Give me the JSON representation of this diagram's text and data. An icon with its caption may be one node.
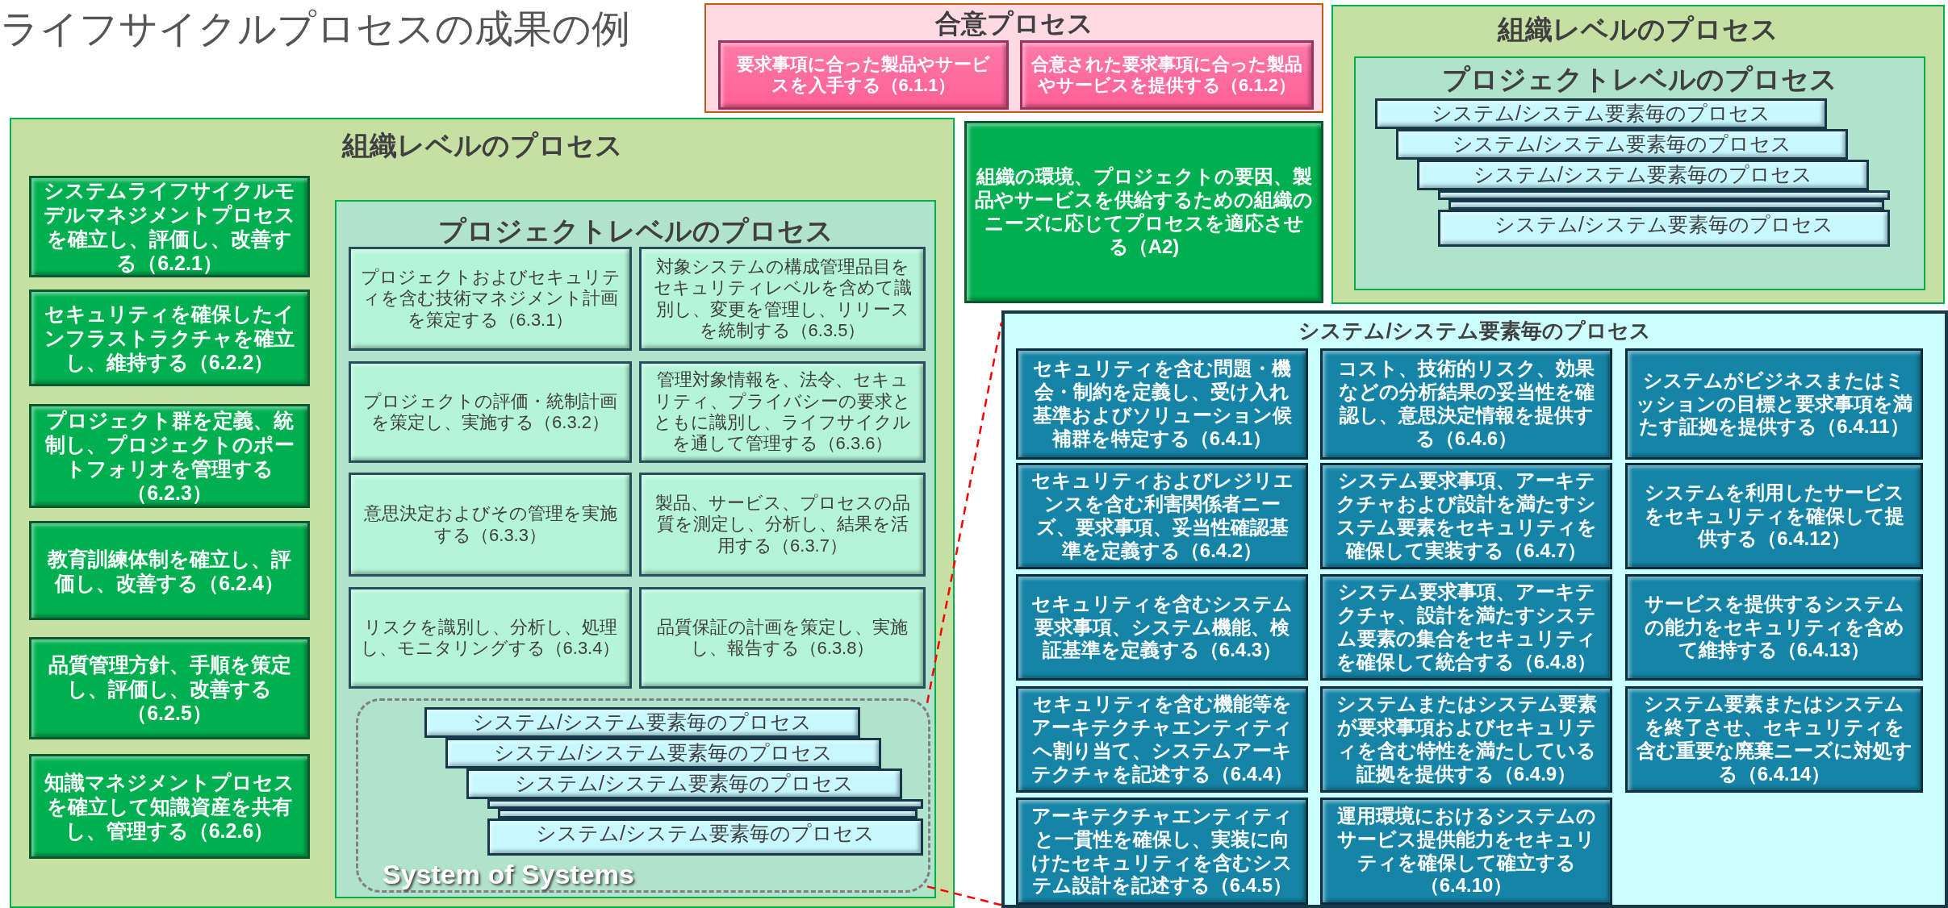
{
  "diagram": {
    "title": "ライフサイクルプロセスの成果の例",
    "nodes": [
      {
        "text": [
          "合意プロセス"
        ]
      },
      {
        "text": [
          "要求事項に合った製品やサービスを入手する（6.1.1）"
        ],
        "in": 0
      },
      {
        "text": [
          "合意された要求事項に合った製品やサービスを提供する（6.1.2）"
        ],
        "in": 0
      },
      {
        "text": [
          "組織レベルのプロセス"
        ]
      },
      {
        "text": [
          "システムライフサイクルモデルマネジメントプロセスを確立し、評価し、改善する（6.2.1）"
        ],
        "in": 3
      },
      {
        "text": [
          "セキュリティを確保したインフラストラクチャを確立し、維持する（6.2.2）"
        ],
        "in": 3
      },
      {
        "text": [
          "プロジェクト群を定義、統制し、プロジェクトのポートフォリオを管理する（6.2.3）"
        ],
        "in": 3
      },
      {
        "text": [
          "教育訓練体制を確立し、評価し、改善する（6.2.4）"
        ],
        "in": 3
      },
      {
        "text": [
          "品質管理方針、手順を策定し、評価し、改善する（6.2.5）"
        ],
        "in": 3
      },
      {
        "text": [
          "知識マネジメントプロセスを確立して知識資産を共有し、管理する（6.2.6）"
        ],
        "in": 3
      },
      {
        "text": [
          "プロジェクトレベルのプロセス"
        ],
        "in": 3
      },
      {
        "text": [
          "プロジェクトおよびセキュリティを含む技術マネジメント計画を策定する（6.3.1）"
        ],
        "in": 10
      },
      {
        "text": [
          "対象システムの構成管理品目をセキュリティレベルを含めて識別し、変更を管理し、リリースを統制する（6.3.5）"
        ],
        "in": 10
      },
      {
        "text": [
          "プロジェクトの評価・統制計画を策定し、実施する（6.3.2）"
        ],
        "in": 10
      },
      {
        "text": [
          "管理対象情報を、法令、セキュリティ、プライバシーの要求とともに識別し、ライフサイクルを通して管理する（6.3.6）"
        ],
        "in": 10
      },
      {
        "text": [
          "意思決定およびその管理を実施する（6.3.3）"
        ],
        "in": 10
      },
      {
        "text": [
          "製品、サービス、プロセスの品質を測定し、分析し、結果を活用する（6.3.7）"
        ],
        "in": 10
      },
      {
        "text": [
          "リスクを識別し、分析し、処理し、モニタリングする（6.3.4）"
        ],
        "in": 10
      },
      {
        "text": [
          "品質保証の計画を策定し、実施し、報告する（6.3.8）"
        ],
        "in": 10
      },
      {
        "text": [
          "System of Systems"
        ],
        "in": 10
      },
      {
        "text": [
          "システム/システム要素毎のプロセス"
        ],
        "in": 19
      },
      {
        "text": [
          "システム/システム要素毎のプロセス"
        ],
        "in": 19
      },
      {
        "text": [
          "システム/システム要素毎のプロセス"
        ],
        "in": 19
      },
      {
        "text": [],
        "shape": "box",
        "in": 19
      },
      {
        "text": [],
        "shape": "box",
        "in": 19
      },
      {
        "text": [
          "システム/システム要素毎のプロセス"
        ],
        "in": 19
      },
      {
        "text": [
          "組織レベルのプロセス"
        ]
      },
      {
        "text": [
          "プロジェクトレベルのプロセス"
        ],
        "in": 26
      },
      {
        "text": [
          "システム/システム要素毎のプロセス"
        ],
        "in": 27
      },
      {
        "text": [
          "システム/システム要素毎のプロセス"
        ],
        "in": 27
      },
      {
        "text": [
          "システム/システム要素毎のプロセス"
        ],
        "in": 27
      },
      {
        "text": [],
        "shape": "box",
        "in": 27
      },
      {
        "text": [],
        "shape": "box",
        "in": 27
      },
      {
        "text": [
          "システム/システム要素毎のプロセス"
        ],
        "in": 27
      },
      {
        "text": [
          "組織の環境、プロジェクトの要因、製品やサービスを供給するための組織のニーズに応じてプロセスを適応させる（A2)"
        ]
      },
      {
        "text": [
          "システム/システム要素毎のプロセス"
        ]
      },
      {
        "text": [
          "セキュリティを含む問題・機会・制約を定義し、受け入れ基準およびソリューション候補群を特定する（6.4.1）"
        ],
        "in": 35
      },
      {
        "text": [
          "コスト、技術的リスク、効果などの分析結果の妥当性を確認し、意思決定情報を提供する（6.4.6）"
        ],
        "in": 35
      },
      {
        "text": [
          "システムがビジネスまたはミッションの目標と要求事項を満たす証拠を提供する（6.4.11）"
        ],
        "in": 35
      },
      {
        "text": [
          "セキュリティおよびレジリエンスを含む利害関係者ニーズ、要求事項、妥当性確認基準を定義する（6.4.2）"
        ],
        "in": 35
      },
      {
        "text": [
          "システム要求事項、アーキテクチャおよび設計を満たすシステム要素をセキュリティを確保して実装する（6.4.7）"
        ],
        "in": 35
      },
      {
        "text": [
          "システムを利用したサービスをセキュリティを確保して提供する（6.4.12）"
        ],
        "in": 35
      },
      {
        "text": [
          "セキュリティを含むシステム要求事項、システム機能、検証基準を定義する（6.4.3）"
        ],
        "in": 35
      },
      {
        "text": [
          "システム要求事項、アーキテクチャ、設計を満たすシステム要素の集合をセキュリティを確保して統合する（6.4.8）"
        ],
        "in": 35
      },
      {
        "text": [
          "サービスを提供するシステムの能力をセキュリティを含めて維持する（6.4.13）"
        ],
        "in": 35
      },
      {
        "text": [
          "セキュリティを含む機能等をアーキテクチャエンティティへ割り当て、システムアーキテクチャを記述する（6.4.4）"
        ],
        "in": 35
      },
      {
        "text": [
          "システムまたはシステム要素が要求事項およびセキュリティを含む特性を満たしている証拠を提供する（6.4.9）"
        ],
        "in": 35
      },
      {
        "text": [
          "システム要素またはシステムを終了させ、セキュリティを含む重要な廃棄ニーズに対処する（6.4.14）"
        ],
        "in": 35
      },
      {
        "text": [
          "アーキテクチャエンティティと一貫性を確保し、実装に向けたセキュリティを含むシステム設計を記述する（6.4.5）"
        ],
        "in": 35
      },
      {
        "text": [
          "運用環境におけるシステムのサービス提供能力をセキュリティを確保して確立する（6.4.10）"
        ],
        "in": 35
      }
    ],
    "edges": [
      {
        "from": 19,
        "to": 35,
        "arrow": "none",
        "style": "dashed",
        "color": "#ff0000"
      },
      {
        "from": 19,
        "to": 35,
        "arrow": "none",
        "style": "dashed",
        "color": "#ff0000"
      }
    ]
  }
}
